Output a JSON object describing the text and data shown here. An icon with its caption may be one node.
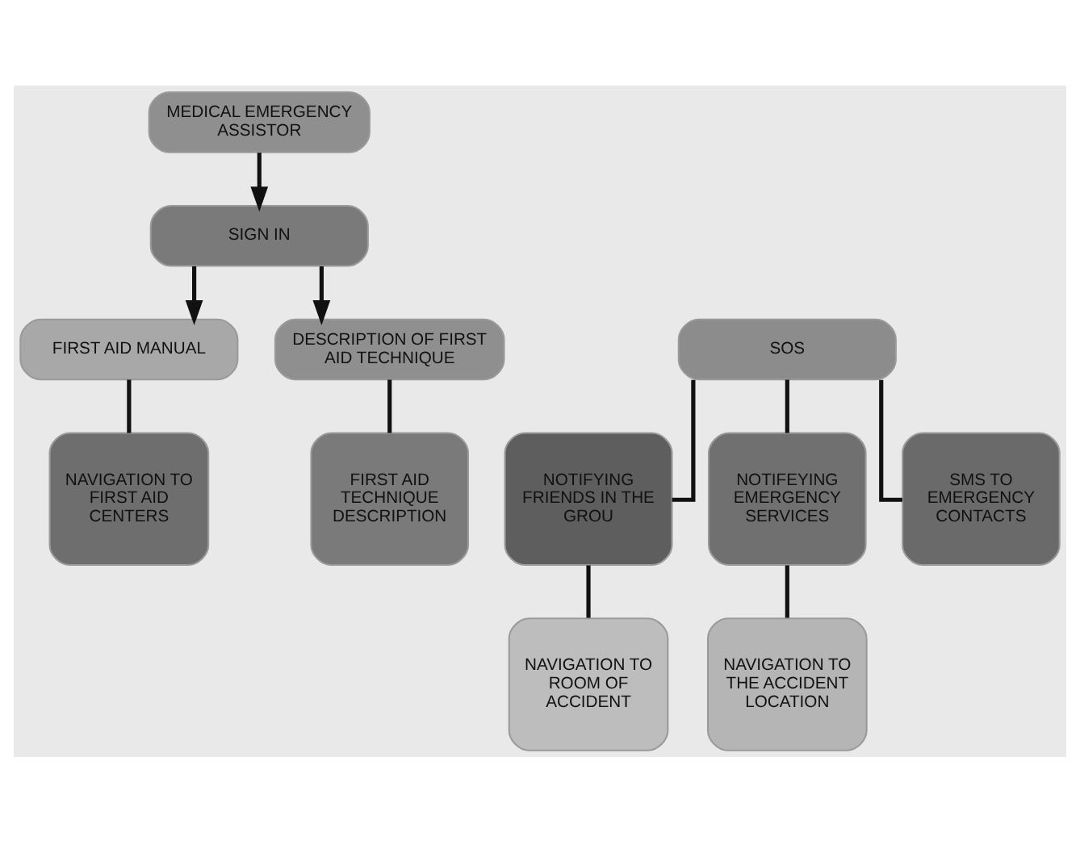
{
  "diagram": {
    "nodes": [
      {
        "text": [
          "MEDICAL EMERGENCY ASSISTOR"
        ]
      },
      {
        "text": [
          "SIGN IN"
        ]
      },
      {
        "text": [
          "FIRST AID MANUAL"
        ]
      },
      {
        "text": [
          "SOS"
        ]
      },
      {
        "text": [
          "DESCRIPTION OF FIRST AID TECHNIQUE"
        ]
      },
      {
        "text": [
          "NAVIGATION TO FIRST AID CENTERS"
        ]
      },
      {
        "text": [
          "NOTIFYING FRIENDS IN THE GROU"
        ]
      },
      {
        "text": [
          "NOTIFEYING EMERGENCY SERVICES"
        ]
      },
      {
        "text": [
          "SMS TO EMERGENCY CONTACTS"
        ]
      },
      {
        "text": [
          "FIRST AID TECHNIQUE DESCRIPTION"
        ]
      },
      {
        "text": [
          "NAVIGATION TO ROOM OF ACCIDENT"
        ]
      },
      {
        "text": [
          "NAVIGATION TO THE ACCIDENT LOCATION"
        ]
      }
    ],
    "edges": [
      {
        "from": 0,
        "to": 1,
        "arrow": "to"
      },
      {
        "from": 1,
        "to": 2,
        "arrow": "to"
      },
      {
        "from": 1,
        "to": 4,
        "arrow": "to"
      },
      {
        "from": 2,
        "to": 5,
        "arrow": "none"
      },
      {
        "from": 3,
        "to": 6,
        "arrow": "none"
      },
      {
        "from": 3,
        "to": 7,
        "arrow": "none"
      },
      {
        "from": 3,
        "to": 8,
        "arrow": "none"
      },
      {
        "from": 4,
        "to": 9,
        "arrow": "none"
      },
      {
        "from": 6,
        "to": 10,
        "arrow": "none"
      },
      {
        "from": 7,
        "to": 11,
        "arrow": "none"
      }
    ]
  }
}
